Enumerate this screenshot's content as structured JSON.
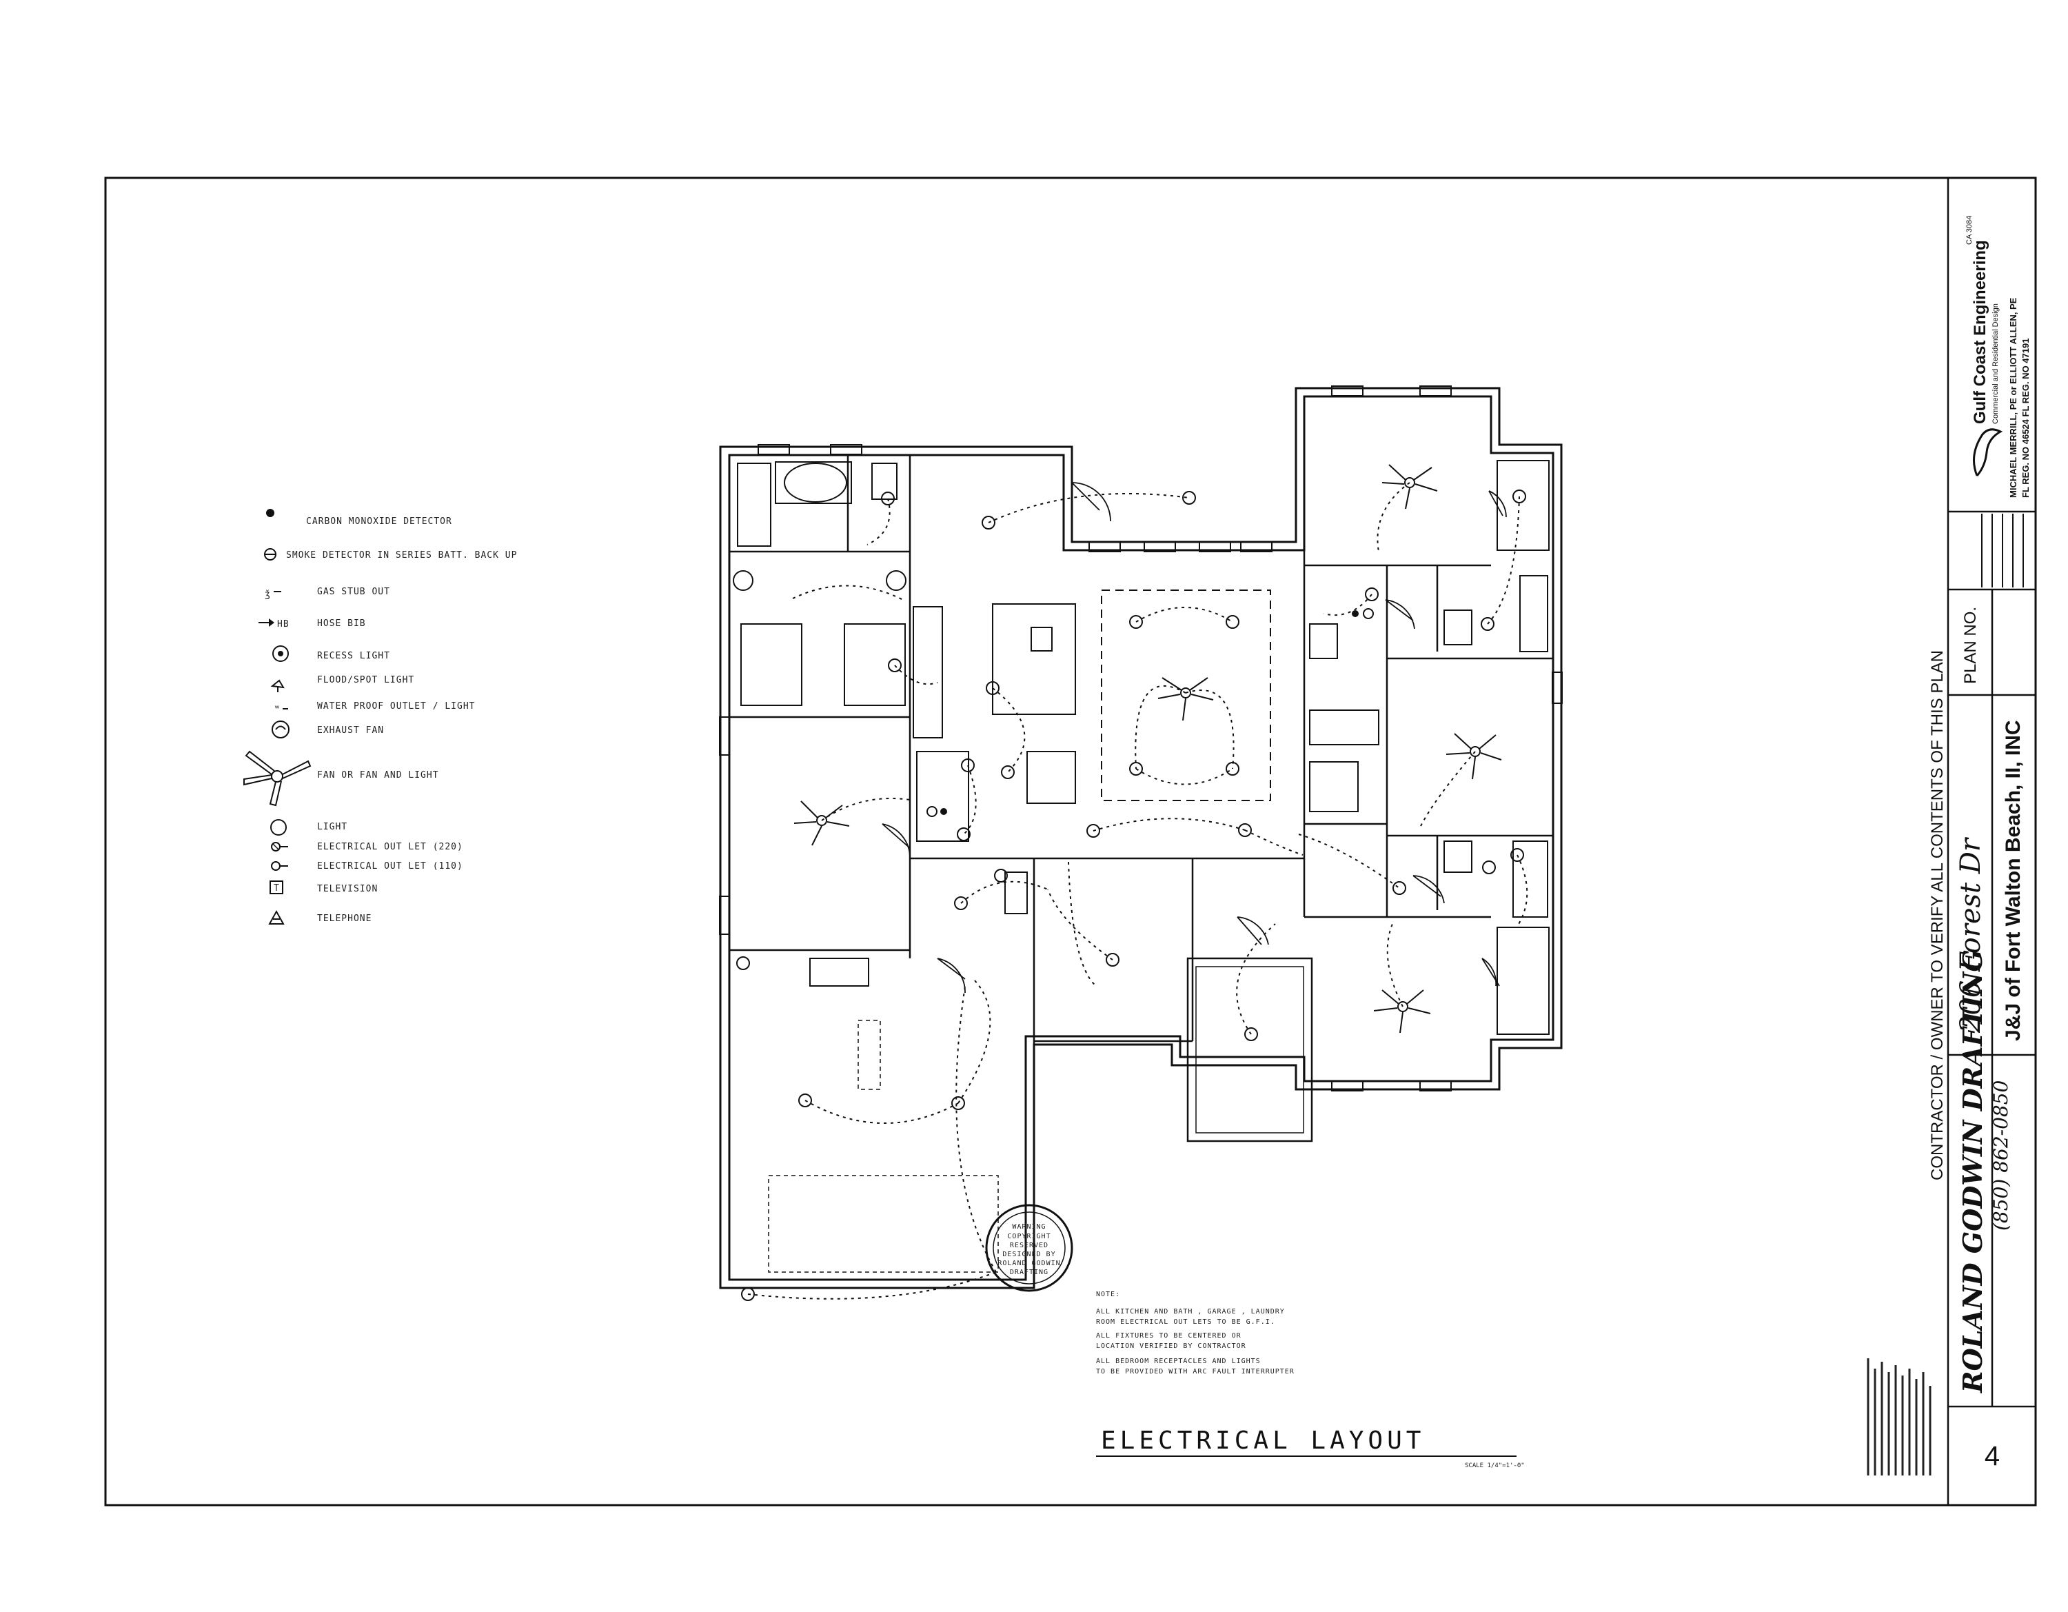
{
  "legend": {
    "items": [
      {
        "icon": "carbon-monoxide-dot",
        "label": "CARBON MONOXIDE DETECTOR"
      },
      {
        "icon": "smoke-detector",
        "label": "SMOKE DETECTOR IN SERIES  BATT. BACK UP"
      },
      {
        "icon": "gas-stub-out",
        "label": "GAS STUB OUT"
      },
      {
        "icon": "hose-bib",
        "label": "HOSE BIB"
      },
      {
        "icon": "recess-light",
        "label": "RECESS LIGHT"
      },
      {
        "icon": "flood-spot-light",
        "label": "FLOOD/SPOT LIGHT"
      },
      {
        "icon": "water-proof-outlet",
        "label": "WATER PROOF OUTLET / LIGHT"
      },
      {
        "icon": "exhaust-fan",
        "label": "EXHAUST FAN"
      },
      {
        "icon": "ceiling-fan",
        "label": "FAN  OR FAN AND LIGHT"
      },
      {
        "icon": "light",
        "label": "LIGHT"
      },
      {
        "icon": "outlet-220",
        "label": "ELECTRICAL OUT LET (220)"
      },
      {
        "icon": "outlet-110",
        "label": "ELECTRICAL OUT LET (110)"
      },
      {
        "icon": "television",
        "label": "TELEVISION"
      },
      {
        "icon": "telephone",
        "label": "TELEPHONE"
      }
    ]
  },
  "notes": {
    "heading": "NOTE:",
    "lines": [
      "ALL KITCHEN AND BATH , GARAGE , LAUNDRY",
      "ROOM ELECTRICAL OUT LETS TO BE G.F.I.",
      "ALL FIXTURES TO BE CENTERED OR",
      "LOCATION VERIFIED BY CONTRACTOR",
      "ALL BEDROOM RECEPTACLES AND LIGHTS",
      "TO BE PROVIDED WITH ARC FAULT INTERRUPTER"
    ]
  },
  "drawing": {
    "title": "ELECTRICAL LAYOUT",
    "scale": "SCALE 1/4\"=1'-0\""
  },
  "title_block": {
    "firm_name": "Gulf Coast Engineering",
    "firm_tagline": "Commercial and Residential Design",
    "firm_code": "CA 3084",
    "engineers_line1": "MICHAEL MERRILL, PE  or  ELLIOTT ALLEN, PE",
    "engineers_line2": "FL REG. NO 46524     FL REG. NO 47191",
    "contractor_note": "CONTRACTOR / OWNER TO VERIFY ALL CONTENTS OF THIS PLAN",
    "plan_no_label": "PLAN NO.",
    "address": "206 Forest Dr",
    "client": "J&J of Fort Walton Beach, II, INC",
    "drafter": "ROLAND GODWIN DRAFTING",
    "phone": "(850) 862-0850",
    "sheet_number": "4"
  },
  "stamp": {
    "lines": [
      "WARNING",
      "COPYRIGHT",
      "RESERVED",
      "DESIGNED BY",
      "ROLAND GODWIN",
      "DRAFTING"
    ]
  }
}
